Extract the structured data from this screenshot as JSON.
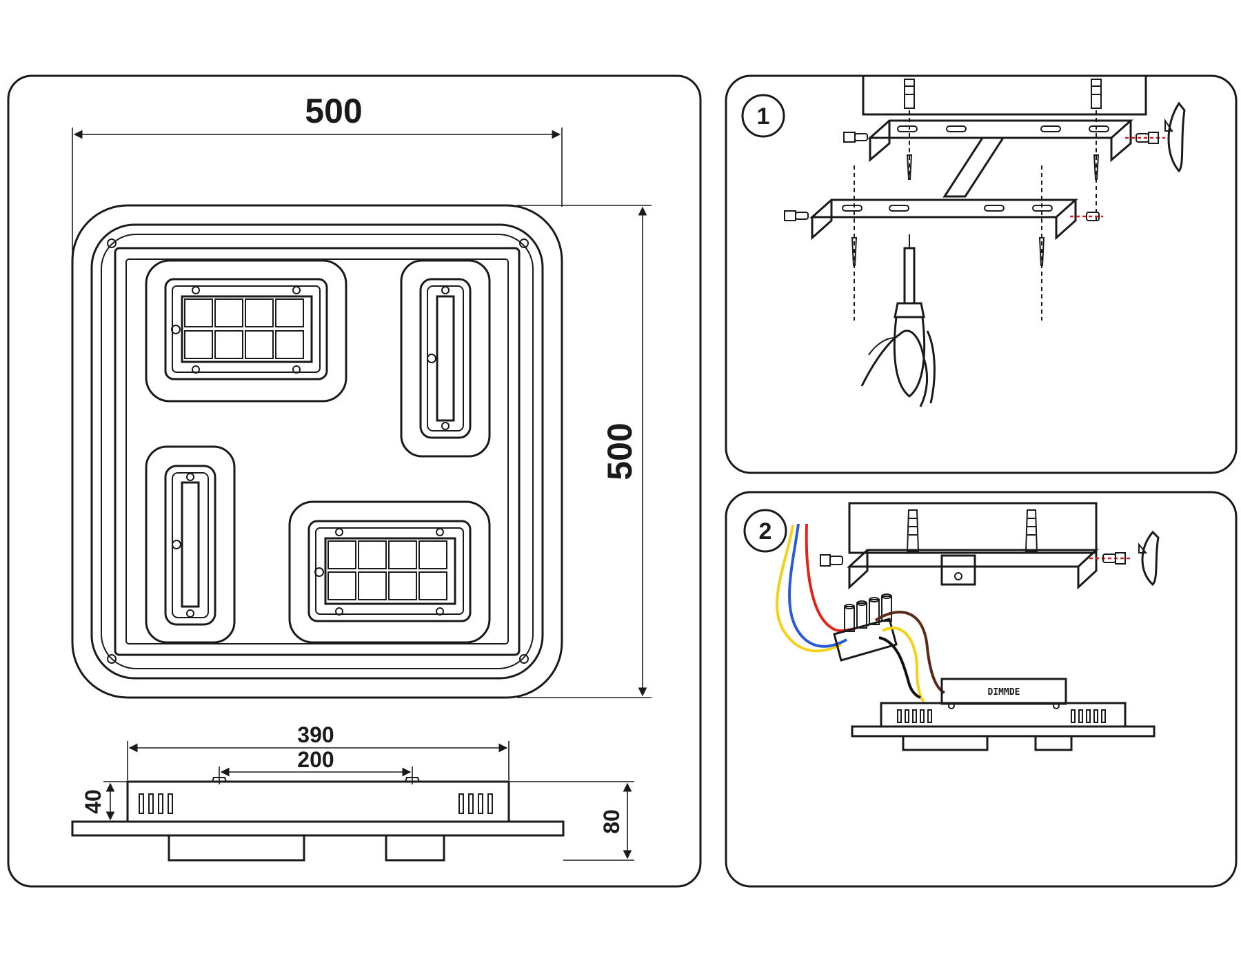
{
  "dimensions": {
    "top_width": "500",
    "right_height": "500",
    "side_width_outer": "390",
    "side_width_inner": "200",
    "side_height_small": "40",
    "side_height_total": "80"
  },
  "steps": {
    "step1": "1",
    "step2": "2"
  },
  "driver_label": "DIMMDE",
  "wire_colors": {
    "yellow": "#f2d21a",
    "blue": "#2a5bd7",
    "red": "#e0251b",
    "brown": "#5a2a1a",
    "black": "#111111",
    "guide_red": "#d42020"
  }
}
